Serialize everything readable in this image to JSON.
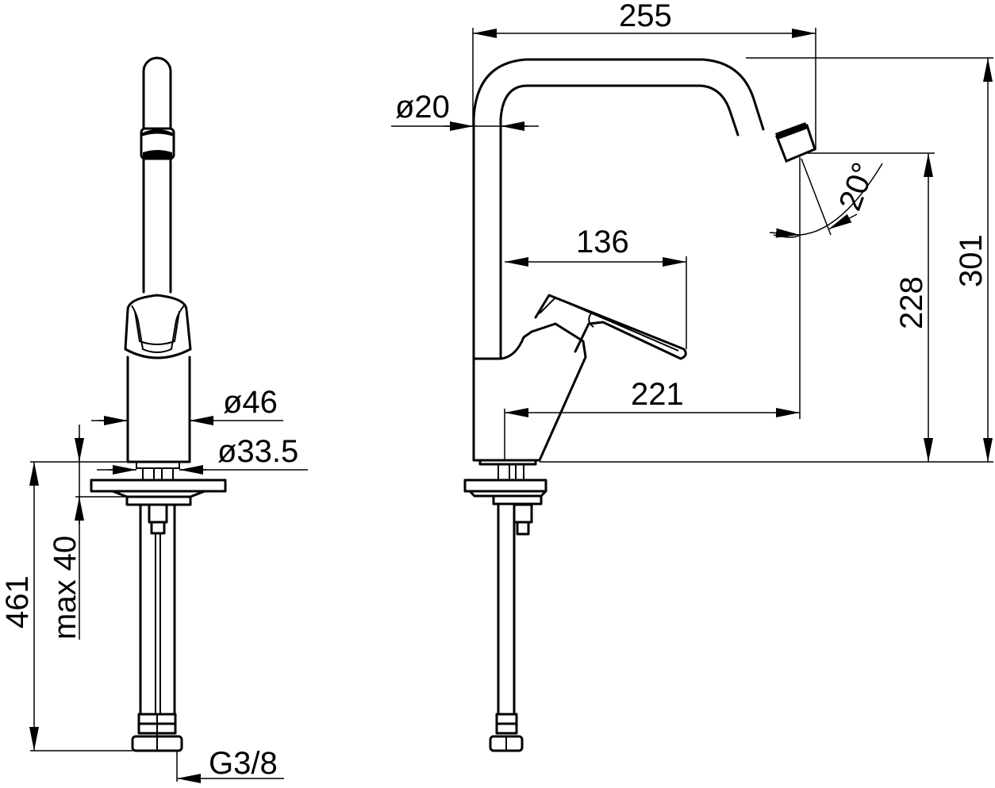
{
  "drawing": {
    "title": "Single-lever kitchen mixer dimension drawing",
    "units": "mm",
    "stroke_color": "#000000",
    "background_color": "#ffffff"
  },
  "front_view": {
    "dimensions": {
      "body_diameter": "ø46",
      "shank_diameter": "ø33.5",
      "max_counter_thickness": "max 40",
      "hose_length": "461",
      "connection_thread": "G3/8"
    }
  },
  "side_view": {
    "dimensions": {
      "spout_reach": "255",
      "spout_tube_diameter": "ø20",
      "lever_reach": "136",
      "outlet_reach": "221",
      "outlet_height": "228",
      "total_height": "301",
      "outlet_angle": "20°"
    }
  }
}
